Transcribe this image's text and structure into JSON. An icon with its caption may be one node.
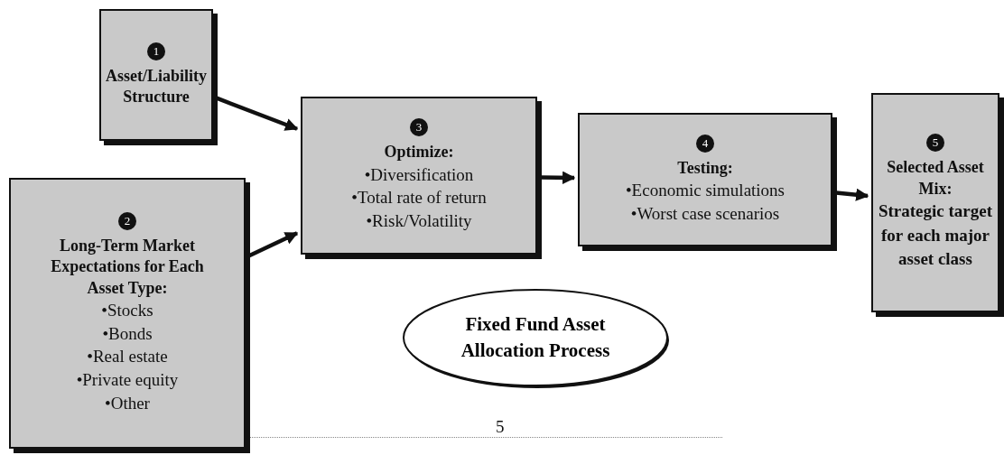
{
  "diagram": {
    "nodes": [
      {
        "text": [
          "1",
          "Asset/Liability Structure"
        ]
      },
      {
        "text": [
          "2",
          "Long-Term Market Expectations for Each Asset Type:",
          "•Stocks",
          "•Bonds",
          "•Real estate",
          "•Private equity",
          "•Other"
        ]
      },
      {
        "text": [
          "3",
          "Optimize:",
          "•Diversification",
          "•Total rate of return",
          "•Risk/Volatility"
        ]
      },
      {
        "text": [
          "4",
          "Testing:",
          "•Economic simulations",
          "•Worst case scenarios"
        ]
      },
      {
        "text": [
          "5",
          "Selected Asset Mix:",
          "Strategic target for each major asset class"
        ]
      },
      {
        "text": [
          "Fixed Fund Asset Allocation Process"
        ]
      }
    ],
    "edges": [
      {
        "from": 0,
        "to": 2,
        "arrow": "to"
      },
      {
        "from": 1,
        "to": 2,
        "arrow": "to"
      },
      {
        "from": 2,
        "to": 3,
        "arrow": "to"
      },
      {
        "from": 3,
        "to": 4,
        "arrow": "to"
      }
    ],
    "labels": [
      "5"
    ]
  }
}
